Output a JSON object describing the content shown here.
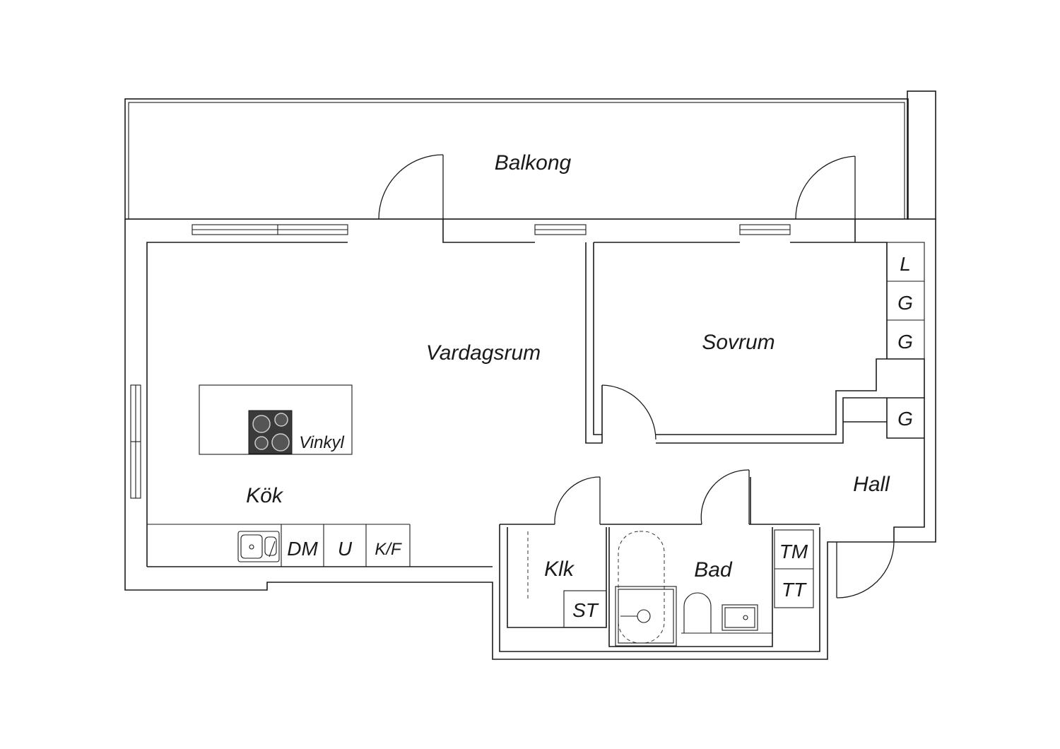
{
  "rooms": {
    "balcony": "Balkong",
    "living": "Vardagsrum",
    "bedroom": "Sovrum",
    "kitchen": "Kök",
    "hall": "Hall",
    "wc": "Klk",
    "bath": "Bad"
  },
  "fixtures": {
    "induction": "Vinkyl",
    "dishwasher": "DM",
    "oven": "U",
    "fridge_freezer": "K/F",
    "linen": "L",
    "wardrobe_1": "G",
    "wardrobe_2": "G",
    "wardrobe_hall": "G",
    "dryer": "TM",
    "washer": "TT",
    "storage": "ST"
  },
  "colors": {
    "line": "#1a1a1a",
    "hob": "#3a3a3a",
    "background": "#ffffff"
  }
}
